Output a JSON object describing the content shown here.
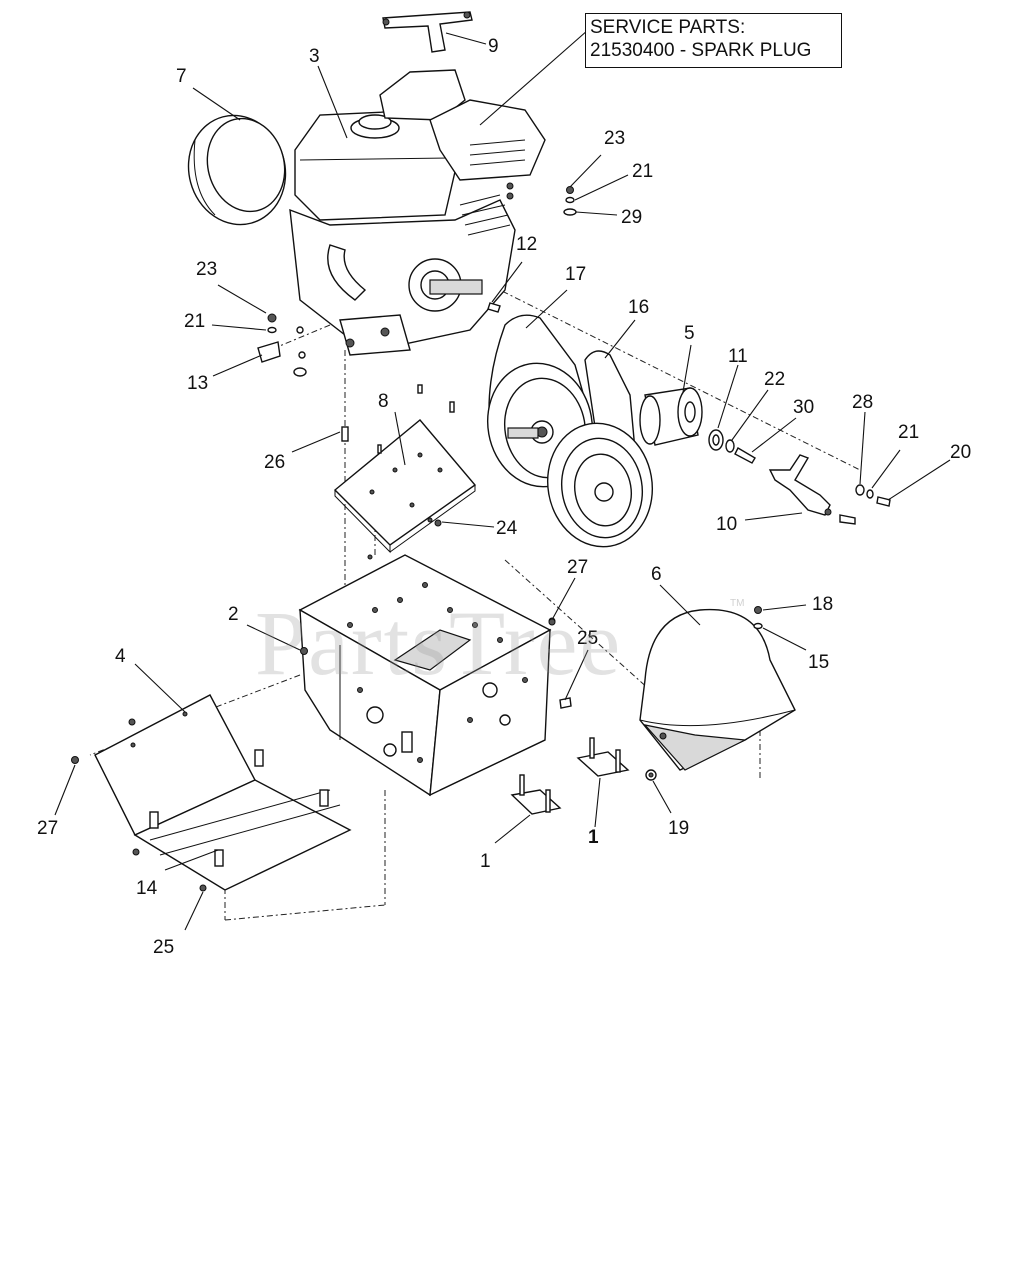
{
  "service_box": {
    "line1": "SERVICE PARTS:",
    "line2": "21530400 - SPARK PLUG"
  },
  "watermark": {
    "text": "PartsTree",
    "mark": "TM"
  },
  "callouts": {
    "c1a": "1",
    "c1b": "1",
    "c2": "2",
    "c3": "3",
    "c4": "4",
    "c5": "5",
    "c6": "6",
    "c7": "7",
    "c8": "8",
    "c9": "9",
    "c10": "10",
    "c11": "11",
    "c12": "12",
    "c13": "13",
    "c14": "14",
    "c15": "15",
    "c16": "16",
    "c17": "17",
    "c18": "18",
    "c19": "19",
    "c20": "20",
    "c21a": "21",
    "c21b": "21",
    "c21c": "21",
    "c22": "22",
    "c23a": "23",
    "c23b": "23",
    "c24": "24",
    "c25a": "25",
    "c25b": "25",
    "c26": "26",
    "c27a": "27",
    "c27b": "27",
    "c28": "28",
    "c29": "29",
    "c30": "30"
  }
}
